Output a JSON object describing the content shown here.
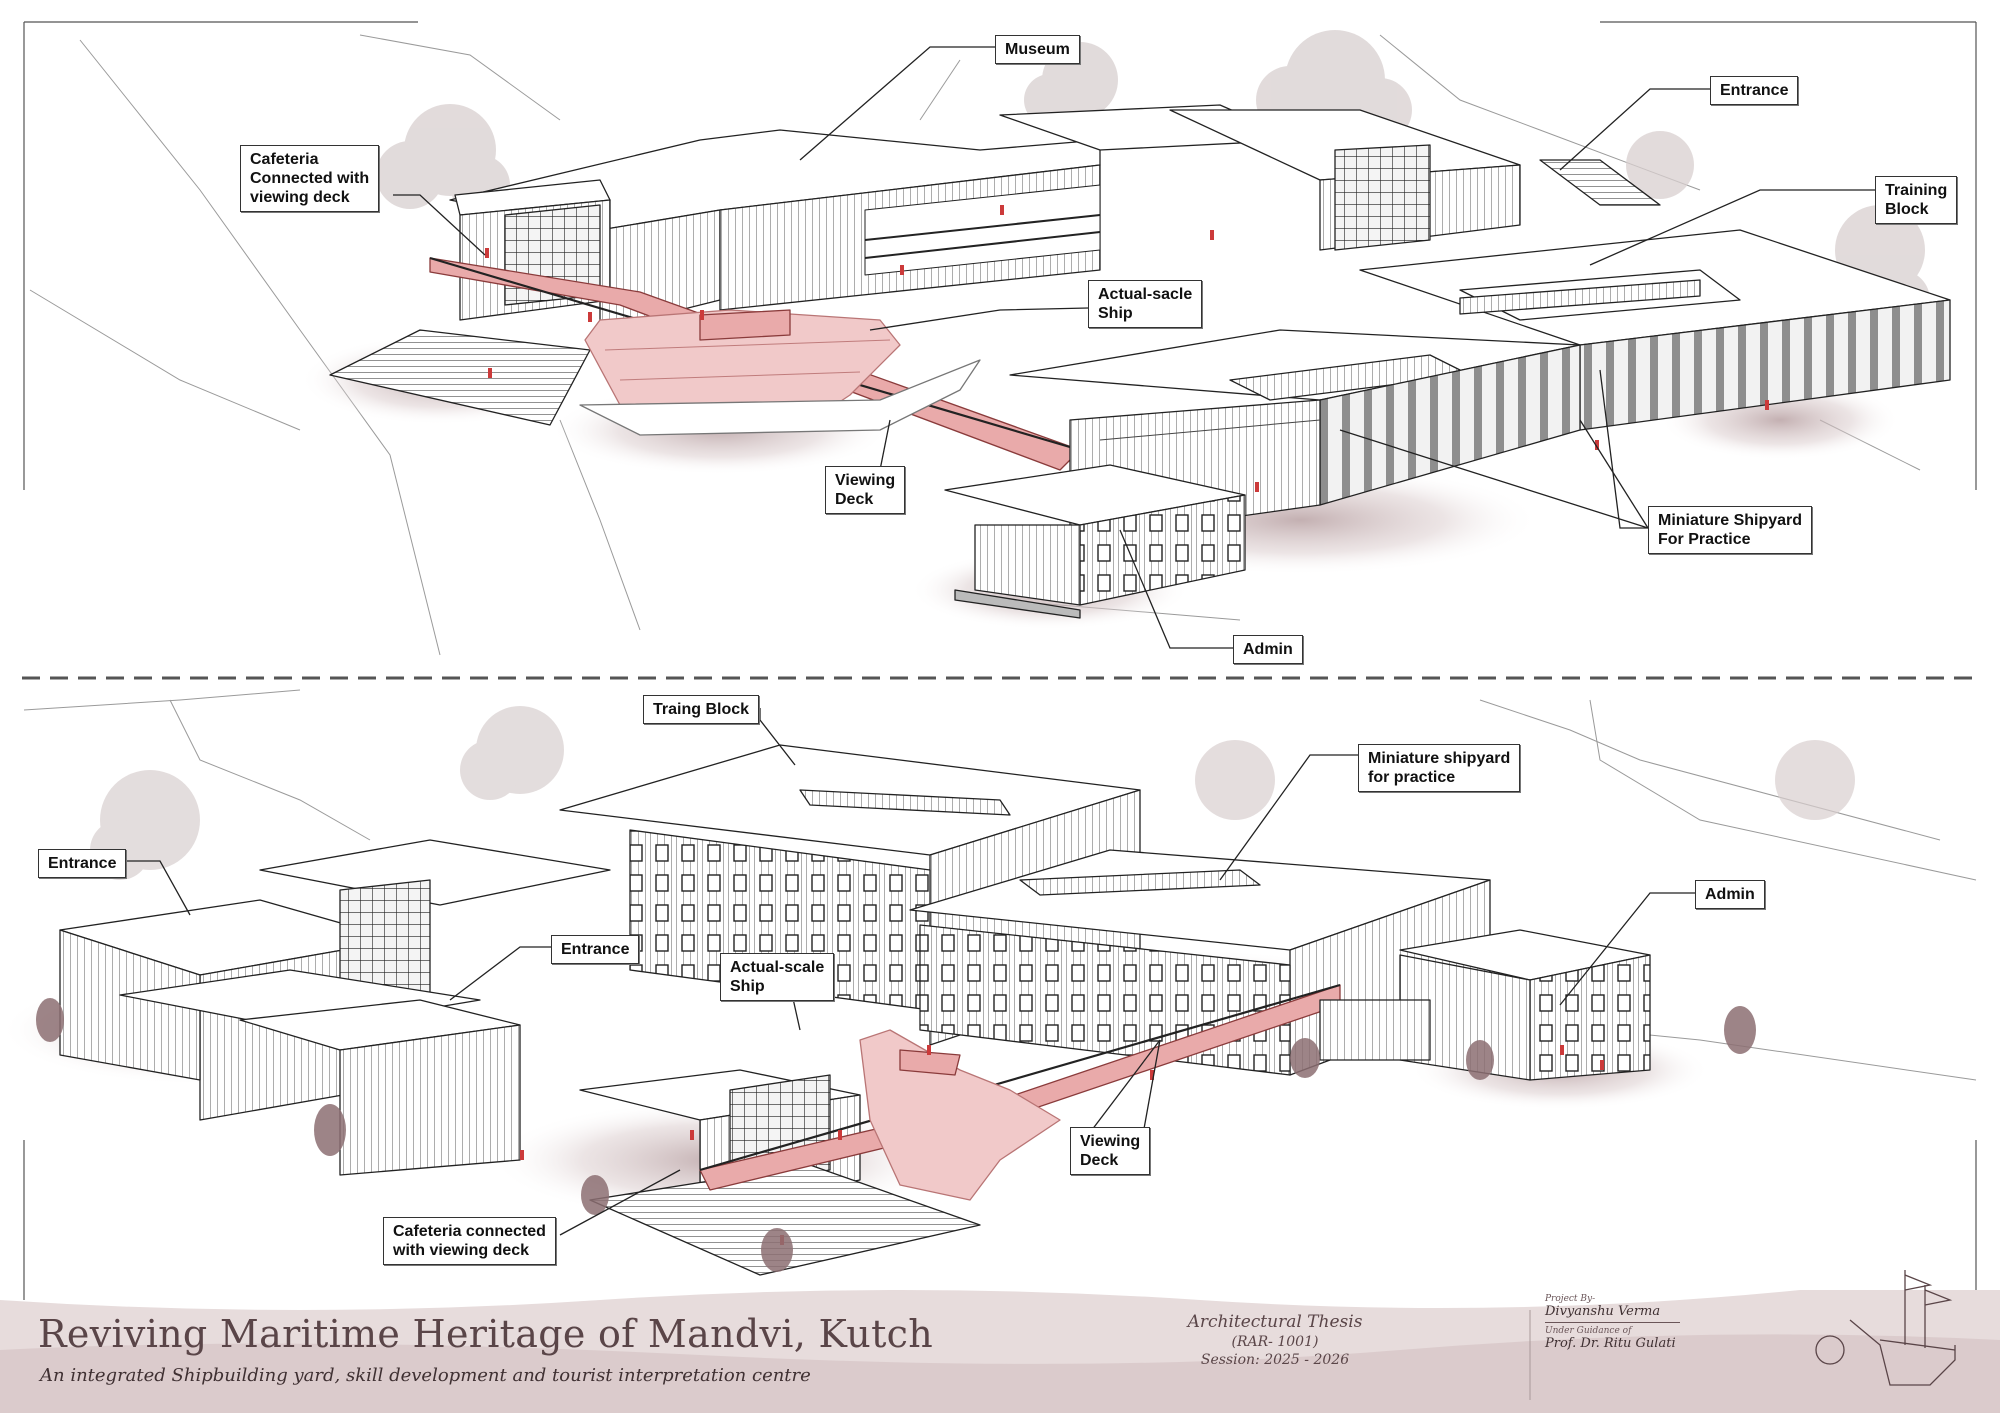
{
  "upper_view": {
    "labels": [
      {
        "id": "museum",
        "text": "Museum"
      },
      {
        "id": "entrance",
        "text": "Entrance"
      },
      {
        "id": "cafeteria",
        "text": "Cafeteria\nConnected with\nviewing deck"
      },
      {
        "id": "training",
        "text": "Training\nBlock"
      },
      {
        "id": "ship",
        "text": "Actual-sacle\nShip"
      },
      {
        "id": "viewing",
        "text": "Viewing\nDeck"
      },
      {
        "id": "miniature",
        "text": "Miniature Shipyard\nFor Practice"
      },
      {
        "id": "admin",
        "text": "Admin"
      }
    ]
  },
  "lower_view": {
    "labels": [
      {
        "id": "training",
        "text": "Traing Block"
      },
      {
        "id": "miniature",
        "text": "Miniature shipyard\nfor practice"
      },
      {
        "id": "entrance1",
        "text": "Entrance"
      },
      {
        "id": "admin",
        "text": "Admin"
      },
      {
        "id": "entrance2",
        "text": "Entrance"
      },
      {
        "id": "ship",
        "text": "Actual-scale\nShip"
      },
      {
        "id": "viewing",
        "text": "Viewing\nDeck"
      },
      {
        "id": "cafeteria",
        "text": "Cafeteria connected\nwith viewing deck"
      }
    ]
  },
  "title_block": {
    "title": "Reviving Maritime Heritage of Mandvi, Kutch",
    "subtitle": "An integrated Shipbuilding yard, skill development and tourist interpretation centre",
    "thesis_title": "Architectural Thesis",
    "thesis_code": "(RAR- 1001)",
    "session": "Session: 2025 - 2026",
    "project_by_label": "Project By-",
    "student_name": "Divyanshu Verma",
    "guidance_label": "Under Guidance of",
    "guide_name": "Prof. Dr. Ritu Gulati"
  },
  "colors": {
    "accent": "#e8a4a4",
    "accent_dark": "#c86868",
    "line": "#333333",
    "title_text": "#5a4548",
    "shadow": "#cdbcbc"
  }
}
